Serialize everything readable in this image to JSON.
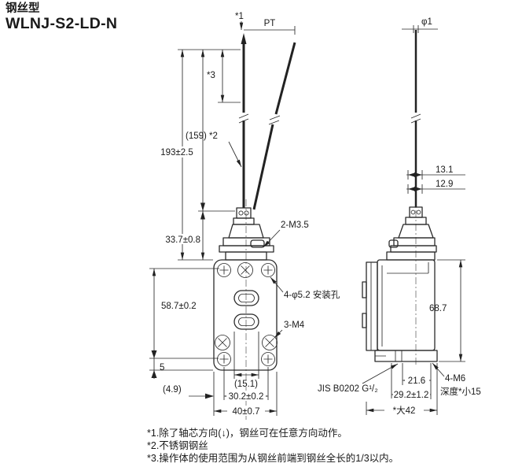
{
  "title": {
    "type_label": "钢丝型",
    "model": "WLNJ-S2-LD-N"
  },
  "front_view": {
    "ref1": "*1",
    "pt": "PT",
    "ref3": "*3",
    "wire_length": "(159) *2",
    "dim_total_height": "193±2.5",
    "dim_head_height": "33.7±0.8",
    "label_head_screws": "2-M3.5",
    "label_mount_holes": "4-φ5.2 安装孔",
    "label_body_screws": "3-M4",
    "dim_body_height": "58.7±0.2",
    "dim_foot": "5",
    "dim_edge": "(4.9)",
    "dim_slot": "(15.1)",
    "dim_hole_spacing": "30.2±0.2",
    "dim_width": "40±0.7"
  },
  "side_view": {
    "wire_dia": "φ1",
    "dim_offset_a": "13.1",
    "dim_offset_b": "12.9",
    "dim_height": "68.7",
    "dim_m6_offset": "21.6",
    "dim_conduit_offset": "29.2±1.2",
    "dim_depth_max": "*大42",
    "label_conduit": "JIS B0202 G¹/₂",
    "label_m6": "4-M6",
    "label_m6_depth": "深度*小15"
  },
  "notes": [
    "*1.除了轴芯方向(↓)，钢丝可在任意方向动作。",
    "*2.不锈钢钢丝",
    "*3.操作体的使用范围为从钢丝前端到钢丝全长的1/3以内。"
  ]
}
